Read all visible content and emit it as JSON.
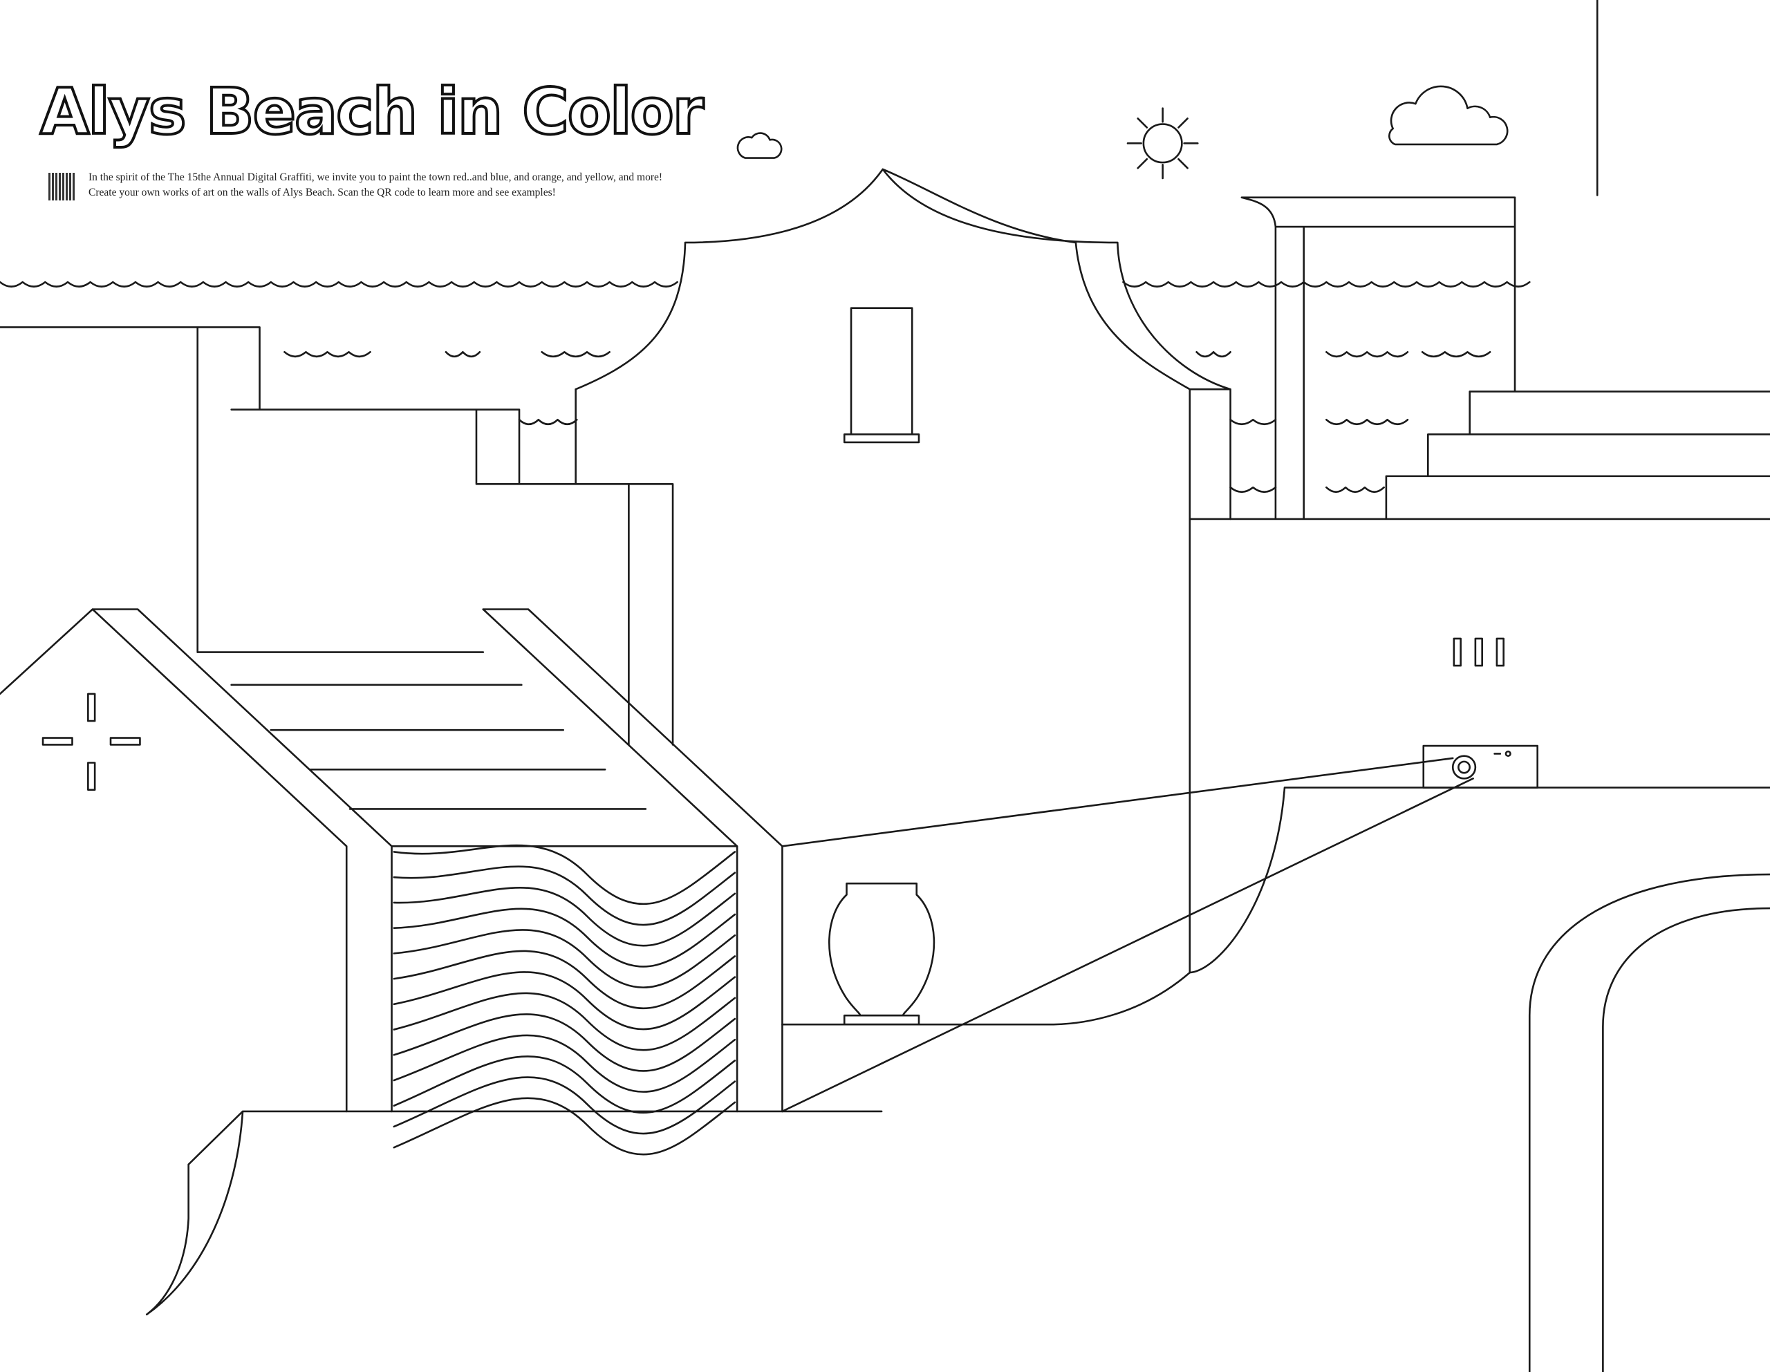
{
  "title": "Alys Beach in Color",
  "intro_text": "In the spirit of the The 15the Annual Digital Graffiti, we invite you to paint the town red..and blue, and orange, and yellow, and more! Create your own works of art on the walls of Alys Beach. Scan the QR code to learn more and see examples!",
  "qr_code": "qr-code",
  "line_color": "#1a1a1a"
}
